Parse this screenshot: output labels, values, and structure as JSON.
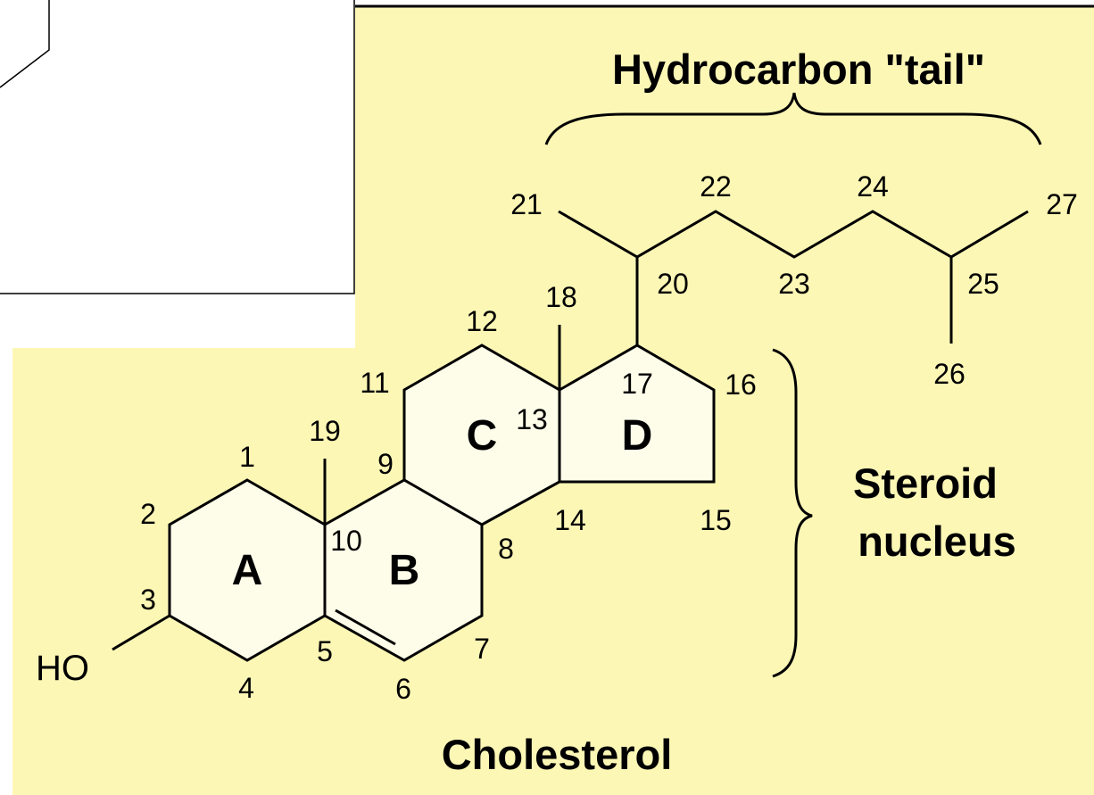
{
  "diagram": {
    "title": "Cholesterol",
    "tail_label": "Hydrocarbon \"tail\"",
    "nucleus_label_line1": "Steroid",
    "nucleus_label_line2": "nucleus",
    "hydroxyl_label": "HO",
    "rings": {
      "A": "A",
      "B": "B",
      "C": "C",
      "D": "D"
    },
    "carbons": {
      "c1": "1",
      "c2": "2",
      "c3": "3",
      "c4": "4",
      "c5": "5",
      "c6": "6",
      "c7": "7",
      "c8": "8",
      "c9": "9",
      "c10": "10",
      "c11": "11",
      "c12": "12",
      "c13": "13",
      "c14": "14",
      "c15": "15",
      "c16": "16",
      "c17": "17",
      "c18": "18",
      "c19": "19",
      "c20": "20",
      "c21": "21",
      "c22": "22",
      "c23": "23",
      "c24": "24",
      "c25": "25",
      "c26": "26",
      "c27": "27"
    },
    "colors": {
      "panel_fill": "#fdf7b6",
      "ring_fill": "#fefde9",
      "line": "#000000",
      "background": "#ffffff"
    }
  }
}
